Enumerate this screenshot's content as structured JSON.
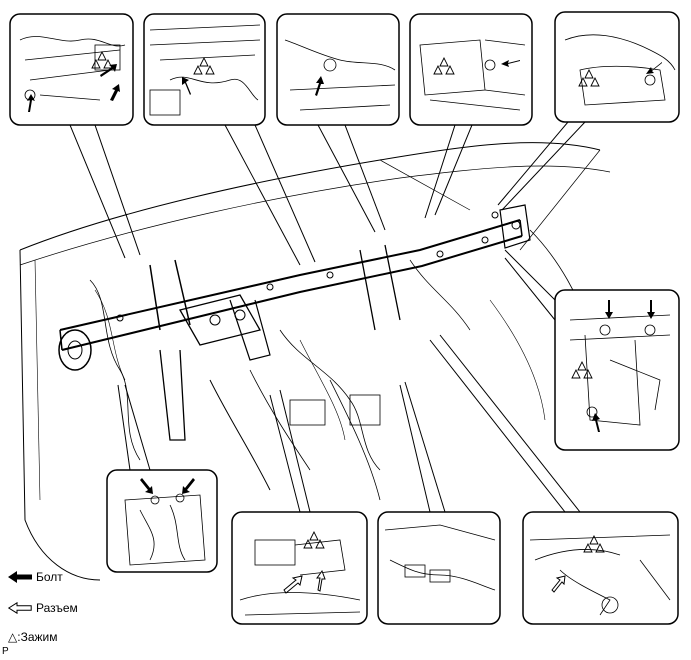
{
  "legend": {
    "bolt_label": "Болт",
    "connector_label": "Разъем",
    "clip_symbol": "△",
    "clip_label": ":Зажим"
  },
  "corner_code": "P",
  "colors": {
    "line": "#000000",
    "background": "#ffffff",
    "solid_arrow": "#000000",
    "hollow_arrow": "#ffffff"
  },
  "callouts": [
    {
      "name": "callout-top-1",
      "markers": [
        "bolt",
        "bolt",
        "bolt",
        "clip"
      ]
    },
    {
      "name": "callout-top-2",
      "markers": [
        "bolt",
        "clip"
      ]
    },
    {
      "name": "callout-top-3",
      "markers": [
        "bolt"
      ]
    },
    {
      "name": "callout-top-4",
      "markers": [
        "bolt",
        "clip"
      ]
    },
    {
      "name": "callout-top-5",
      "markers": [
        "bolt",
        "clip"
      ]
    },
    {
      "name": "callout-right-middle",
      "markers": [
        "bolt",
        "bolt",
        "bolt",
        "clip"
      ]
    },
    {
      "name": "callout-bottom-left",
      "markers": [
        "bolt",
        "bolt"
      ]
    },
    {
      "name": "callout-bottom-2",
      "markers": [
        "connector",
        "connector",
        "clip"
      ]
    },
    {
      "name": "callout-bottom-3",
      "markers": []
    },
    {
      "name": "callout-bottom-4",
      "markers": [
        "connector",
        "clip"
      ]
    }
  ]
}
